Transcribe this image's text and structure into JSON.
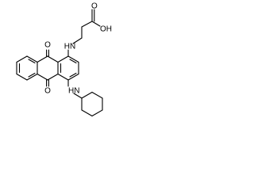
{
  "molecule": {
    "atoms": {
      "carbonyl_o_top": "O",
      "carbonyl_o_bottom": "O",
      "acid_hydroxyl": "OH",
      "acid_carbonyl_o": "O",
      "amine_upper": "HN",
      "amine_lower": "HN"
    }
  }
}
